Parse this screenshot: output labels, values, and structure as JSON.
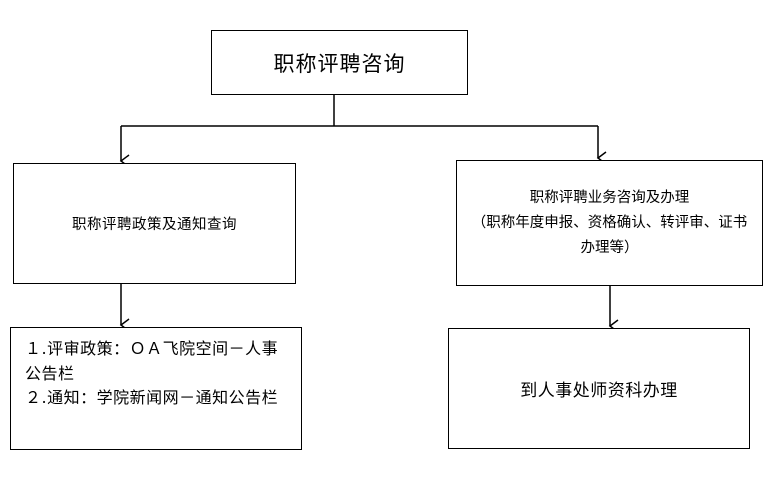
{
  "title": "职称评聘咨询",
  "left_branch": {
    "heading": "职称评聘政策及通知查询",
    "items": [
      "１.评审政策：ＯＡ飞院空间－人事公告栏",
      "２.通知：学院新闻网－通知公告栏"
    ]
  },
  "right_branch": {
    "heading": "职称评聘业务咨询及办理",
    "note": "（职称年度申报、资格确认、转评审、证书办理等）",
    "action": "到人事处师资科办理"
  }
}
